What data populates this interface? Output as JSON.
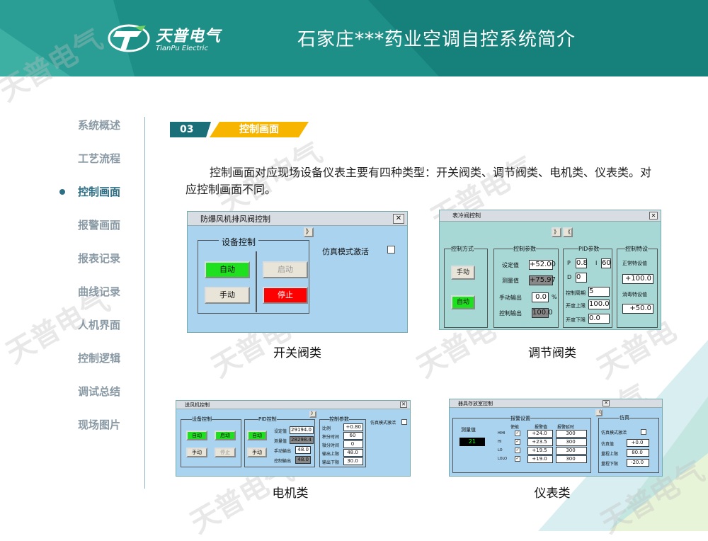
{
  "header": {
    "logo_cn": "天普电气",
    "logo_en": "TianPu Electric",
    "title": "石家庄***药业空调自控系统简介"
  },
  "nav": {
    "items": [
      {
        "label": "系统概述"
      },
      {
        "label": "工艺流程"
      },
      {
        "label": "控制画面"
      },
      {
        "label": "报警画面"
      },
      {
        "label": "报表记录"
      },
      {
        "label": "曲线记录"
      },
      {
        "label": "人机界面"
      },
      {
        "label": "控制逻辑"
      },
      {
        "label": "调试总结"
      },
      {
        "label": "现场图片"
      }
    ],
    "active": "控制画面"
  },
  "section": {
    "number": "03",
    "label": "控制画面"
  },
  "description": "控制画面对应现场设备仪表主要有四种类型：开关阀类、调节阀类、电机类、仪表类。对应控制画面不同。",
  "captions": {
    "switch_valve": "开关阀类",
    "regulating_valve": "调节阀类",
    "motor": "电机类",
    "instrument": "仪表类"
  },
  "win1": {
    "title": "防爆风机排风阀控制",
    "expand": "》",
    "group": "设备控制",
    "auto": "自动",
    "start": "启动",
    "manual": "手动",
    "stop": "停止",
    "sim": "仿真模式激活"
  },
  "win2": {
    "title": "表冷阀控制",
    "nav_next": "》",
    "nav_prev": "《",
    "g1": "控制方式",
    "manual": "手动",
    "auto": "自动",
    "g2": "控制参数",
    "setpoint_label": "设定值",
    "setpoint": "+52.00",
    "measure_label": "测量值",
    "measure": "+75.97",
    "manual_out_label": "手动输出",
    "manual_out": "0.0",
    "unit": "%",
    "ctrl_out_label": "控制输出",
    "ctrl_out": "100.0",
    "g3": "PID参数",
    "p_label": "P",
    "p": "0.8",
    "i_label": "I",
    "i": "60",
    "d_label": "D",
    "d": "0",
    "period_label": "控制周期",
    "period": "5",
    "upper_label": "开度上限",
    "upper": "100.0",
    "lower_label": "开度下限",
    "lower": "0.0",
    "g4": "控制特设",
    "normal_label": "正常特设值",
    "normal": "+100.0",
    "fire_label": "消毒特设值",
    "fire": "+50.0"
  },
  "win3": {
    "title": "送风机控制",
    "expand": "》",
    "g1": "设备控制",
    "auto": "自动",
    "start": "启动",
    "manual": "手动",
    "stop": "停止",
    "g2": "PID控制",
    "auto2": "自动",
    "manual2": "手动",
    "setpoint_label": "设定值",
    "setpoint": "29194.0",
    "measure_label": "测量值",
    "measure": "28298.4",
    "manual_out_label": "手动输出",
    "manual_out": "48.0",
    "ctrl_out_label": "控制输出",
    "ctrl_out": "48.0",
    "g3": "控制参数",
    "p_label": "比例",
    "p": "+0.80",
    "i_label": "积分时间",
    "i": "60",
    "d_label": "微分时间",
    "d": "0",
    "upper_label": "输出上限",
    "upper": "48.0",
    "lower_label": "输出下限",
    "lower": "30.0",
    "sim": "仿真模式激活"
  },
  "win4": {
    "title": "器具存放室控制",
    "nav": "《",
    "measure_label": "测量值",
    "measure": "21",
    "g1": "报警设置",
    "col_enable": "使能",
    "col_value": "报警值",
    "col_delay": "报警延时",
    "rows": [
      {
        "name": "HIHI",
        "value": "+24.0",
        "delay": "300"
      },
      {
        "name": "HI",
        "value": "+23.5",
        "delay": "300"
      },
      {
        "name": "LO",
        "value": "+19.5",
        "delay": "300"
      },
      {
        "name": "LOLO",
        "value": "+19.0",
        "delay": "300"
      }
    ],
    "g2": "仿真",
    "sim": "仿真模式激活",
    "sim_value_label": "仿真值",
    "sim_value": "+0.0",
    "range_hi_label": "量程上限",
    "range_hi": "80.0",
    "range_lo_label": "量程下限",
    "range_lo": "-20.0"
  },
  "watermark": "天普电气",
  "colors": {
    "header": "#1d8f86",
    "accent_teal": "#1b6f78",
    "accent_yellow": "#f7b500",
    "window_bg": "#a9d3ee"
  }
}
